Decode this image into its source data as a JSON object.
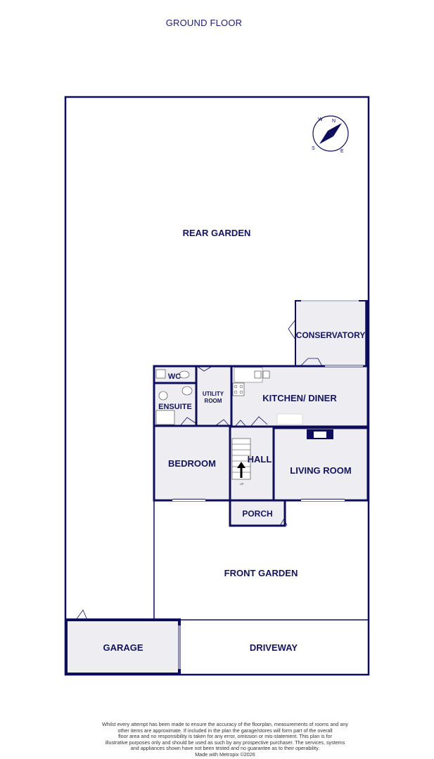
{
  "title": "GROUND FLOOR",
  "rooms": {
    "rear_garden": "REAR GARDEN",
    "conservatory": "CONSERVATORY",
    "wc": "WC",
    "utility_room_line1": "UTILITY",
    "utility_room_line2": "ROOM",
    "ensuite": "ENSUITE",
    "kitchen_diner": "KITCHEN/ DINER",
    "bedroom": "BEDROOM",
    "hall": "HALL",
    "living_room": "LIVING ROOM",
    "porch": "PORCH",
    "front_garden": "FRONT GARDEN",
    "garage": "GARAGE",
    "driveway": "DRIVEWAY"
  },
  "stairs_label": "UP",
  "compass": {
    "icon": "compass-rose-icon",
    "labels": [
      "N",
      "S",
      "E",
      "W"
    ]
  },
  "disclaimer": [
    "Whilst every attempt has been made to ensure the accuracy of the floorplan, measurements of rooms and any",
    "other items are approximate. If included in the plan the garage/stores will form part of the overall",
    "floor area and no responsibility is taken for any error, omission or mis-statement. This plan is for",
    "illustrative purposes only and should be used as such by any prospective purchaser. The services, systems",
    "and appliances shown have not been tested and no guarantee as to their operability.",
    "Made with Metropix ©2026"
  ],
  "colors": {
    "wall": "#0d0d5c",
    "room_fill": "#eeeef2",
    "label": "#14145e"
  }
}
